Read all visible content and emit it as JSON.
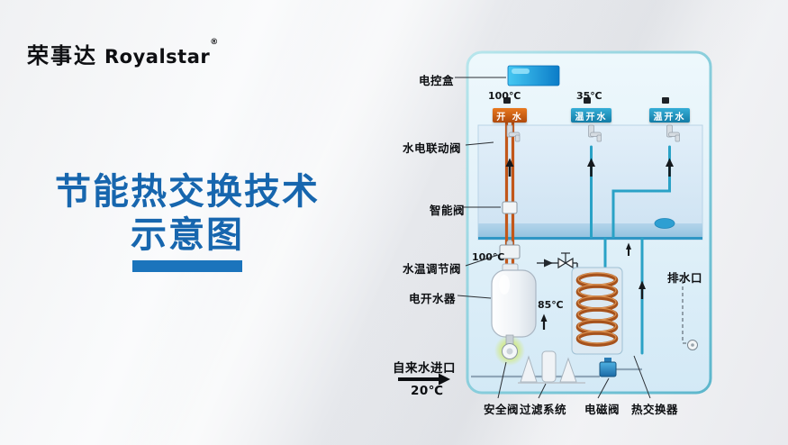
{
  "logo": {
    "cn": "荣事达",
    "en": "Royalstar",
    "reg": "®"
  },
  "title": {
    "line1": "节能热交换技术",
    "line2": "示意图"
  },
  "callouts": {
    "control_box": "电控盒",
    "linkage_valve": "水电联动阀",
    "smart_valve": "智能阀",
    "temp_valve": "水温调节阀",
    "boiler": "电开水器",
    "inlet": "自来水进口",
    "drain": "排水口",
    "safety_valve": "安全阀",
    "filter_system": "过滤系统",
    "solenoid_valve": "电磁阀",
    "heat_exchanger": "热交换器"
  },
  "readings": {
    "outlet1_temp": "100℃",
    "outlet2_temp": "35℃",
    "pipe_temp": "100℃",
    "boiler_temp": "85℃",
    "inlet_temp": "20℃"
  },
  "outlets": {
    "hot": "开 水",
    "warm1": "温开水",
    "warm2": "温开水"
  },
  "colors": {
    "hot_pipe": "#c2571a",
    "warm_pipe": "#2aa2c6",
    "title_blue": "#1766ae"
  }
}
